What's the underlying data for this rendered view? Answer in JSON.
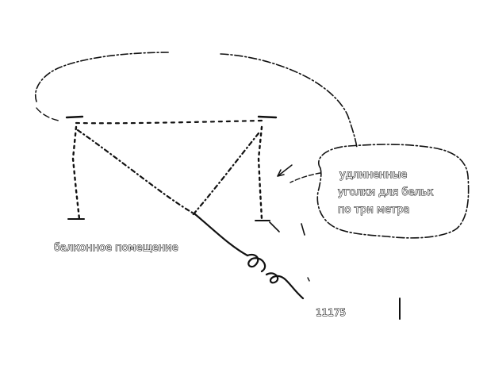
{
  "labels": {
    "speech_line_1": "удлиненные",
    "speech_line_2": "уголки для бельк",
    "speech_line_3": "по три метра",
    "room_label": "балконное помещение",
    "page_number": "11175"
  },
  "colors": {
    "ink": "#111111",
    "background": "#ffffff"
  }
}
